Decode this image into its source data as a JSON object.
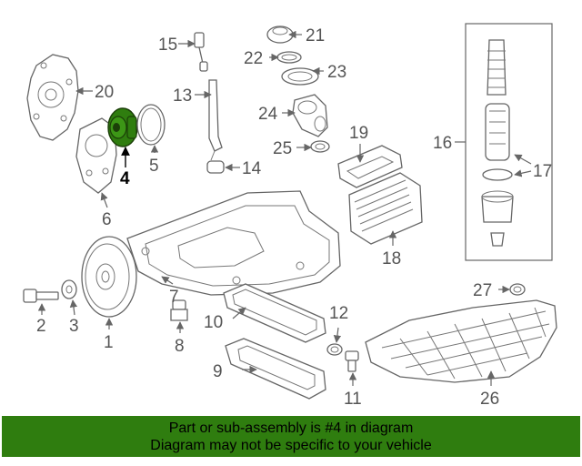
{
  "callouts": {
    "c1": "1",
    "c2": "2",
    "c3": "3",
    "c4": "4",
    "c5": "5",
    "c6": "6",
    "c7": "7",
    "c8": "8",
    "c9": "9",
    "c10": "10",
    "c11": "11",
    "c12": "12",
    "c13": "13",
    "c14": "14",
    "c15": "15",
    "c16": "16",
    "c17": "17",
    "c18": "18",
    "c19": "19",
    "c20": "20",
    "c21": "21",
    "c22": "22",
    "c23": "23",
    "c24": "24",
    "c25": "25",
    "c26": "26",
    "c27": "27"
  },
  "highlight": {
    "part": "4",
    "color": "#2f7d0f"
  },
  "caption": {
    "line1": "Part or sub-assembly is #4 in diagram",
    "line2": "Diagram may not be specific to your vehicle",
    "background": "#2f7d0f"
  }
}
